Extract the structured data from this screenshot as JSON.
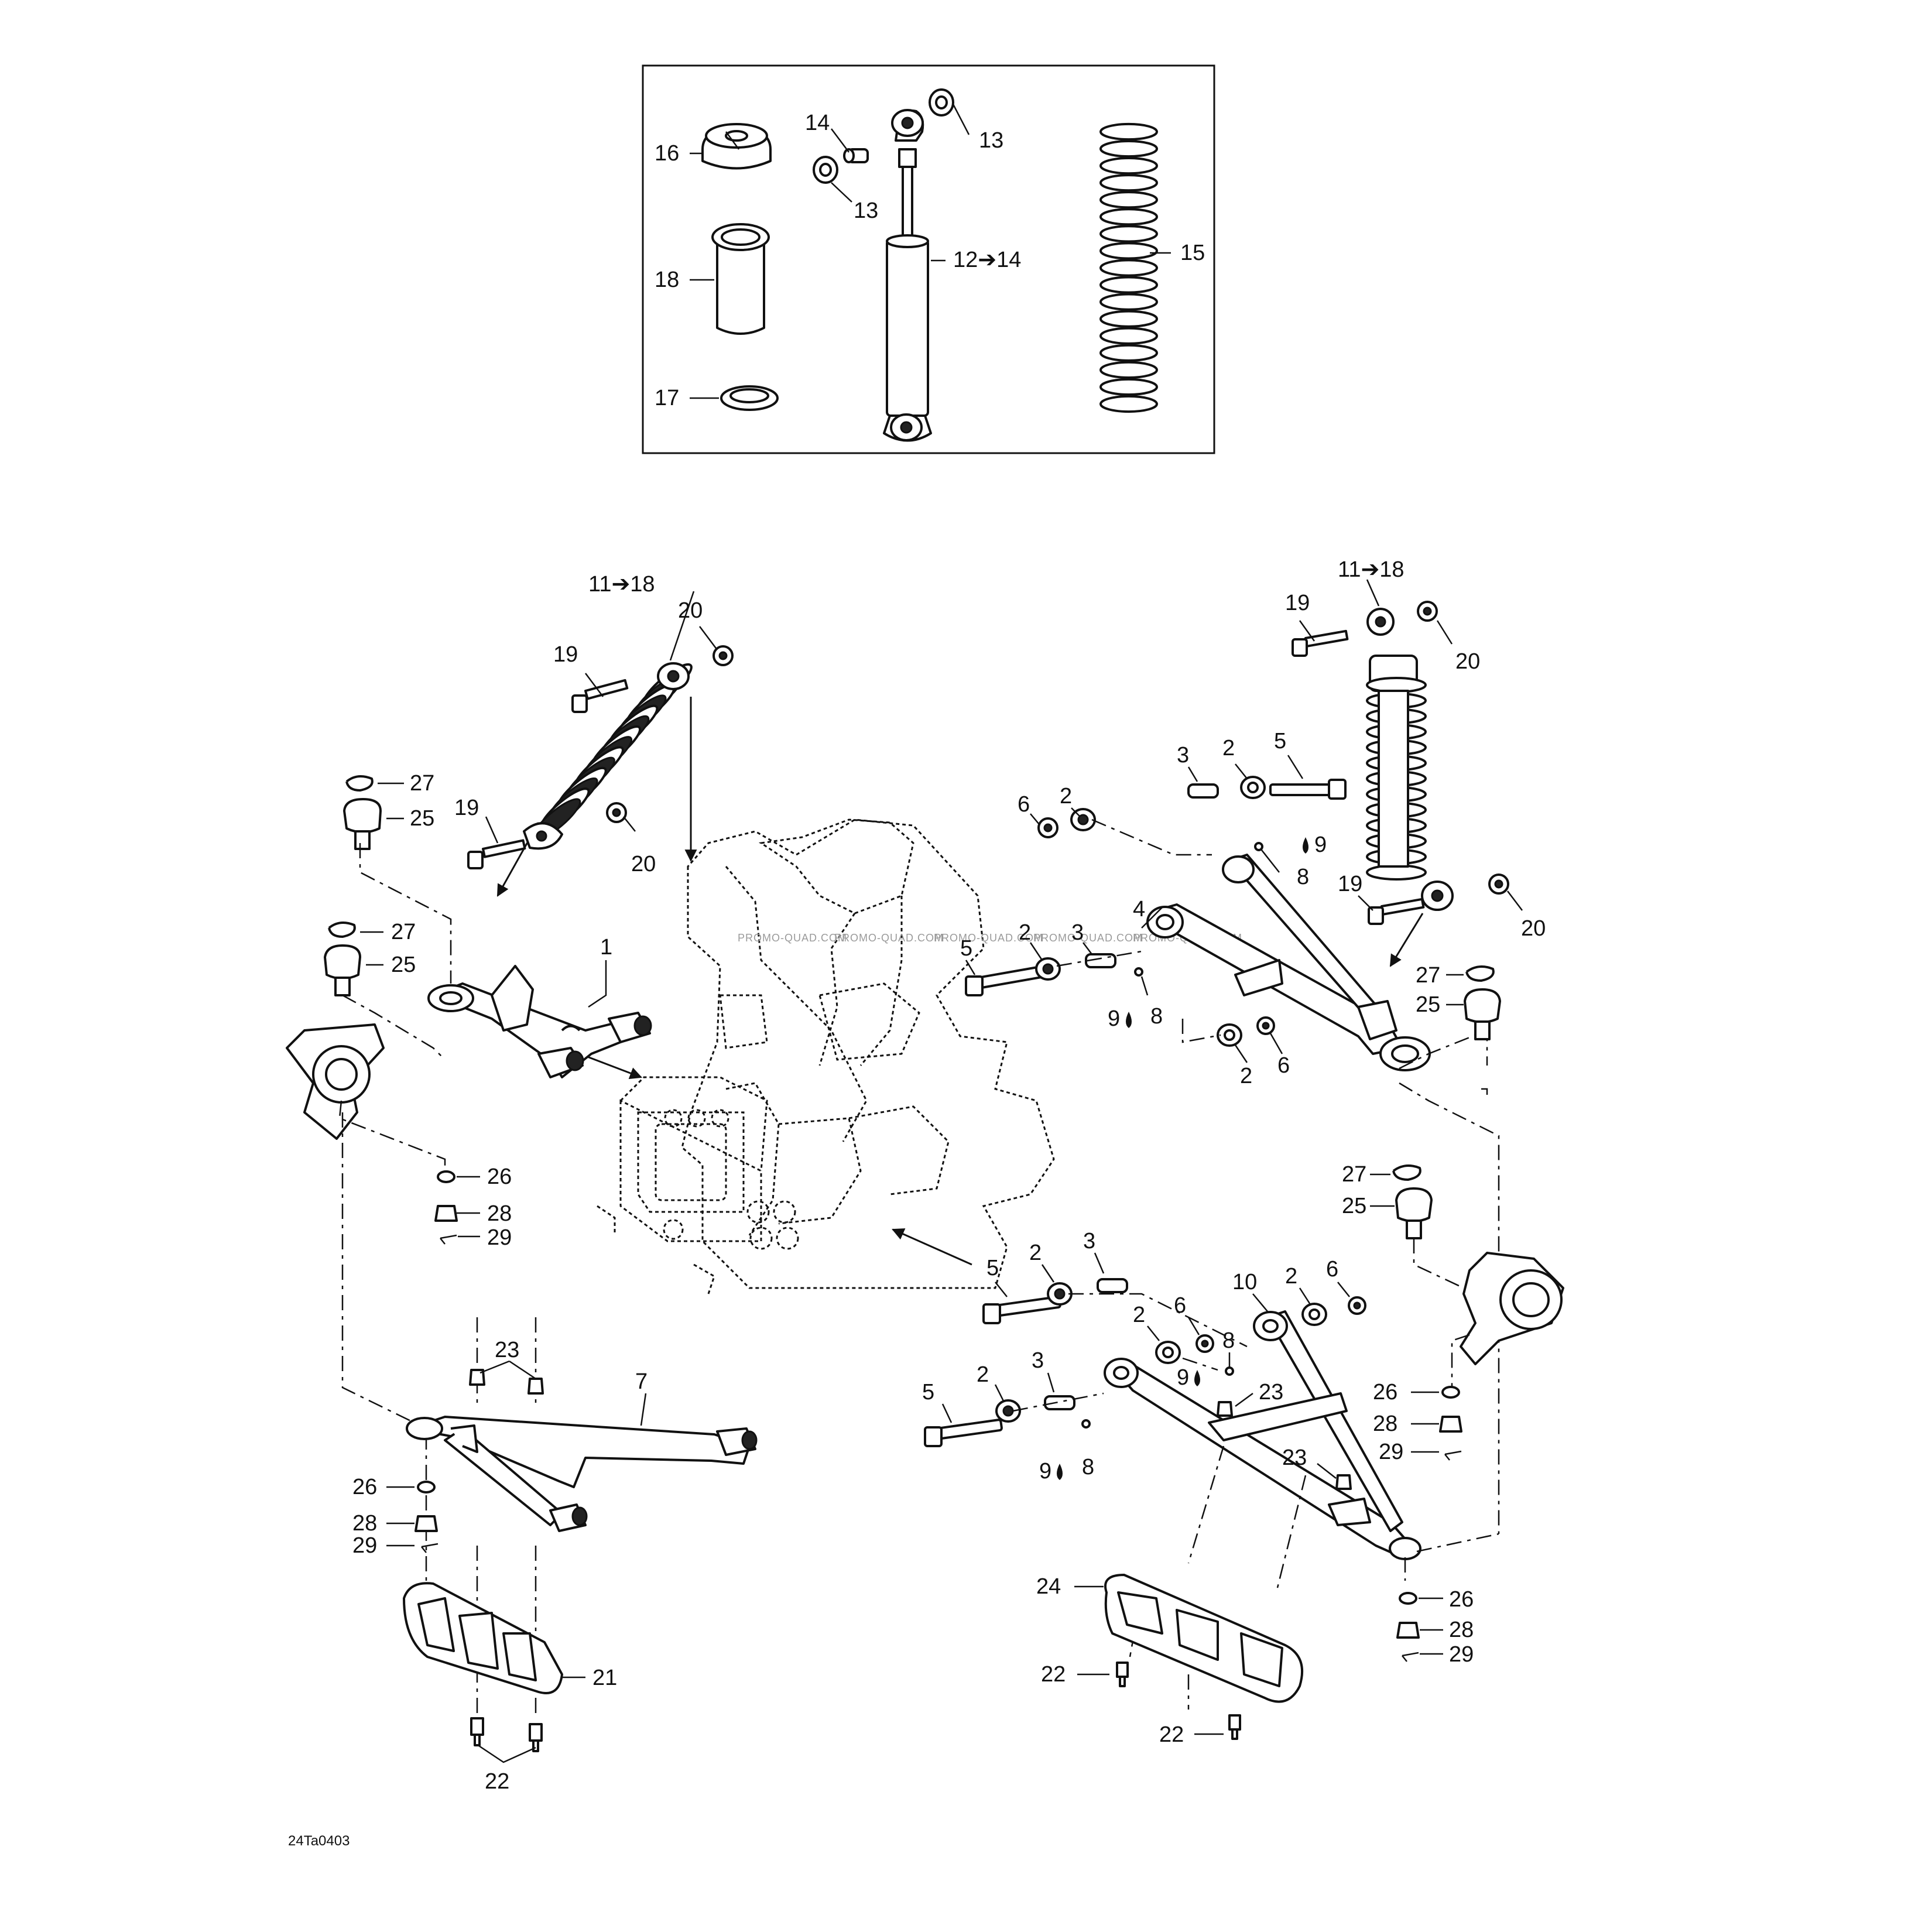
{
  "figure_code": "24Ta0403",
  "watermark": "PROMO-QUAD.COM",
  "labels": {
    "l16": "16",
    "l14a": "14",
    "l13a": "13",
    "l13b": "13",
    "l18": "18",
    "l12": "12➔14",
    "l15": "15",
    "l17": "17",
    "l11a": "11➔18",
    "l20a": "20",
    "l19a": "19",
    "l27a": "27",
    "l25a": "25",
    "l19b": "19",
    "l20b": "20",
    "l27b": "27",
    "l25b": "25",
    "l1": "1",
    "l26a": "26",
    "l28a": "28",
    "l29a": "29",
    "l11b": "11➔18",
    "l19c": "19",
    "l20c": "20",
    "l2a": "2",
    "l5a": "5",
    "l3a": "3",
    "l6a": "6",
    "l2b": "2",
    "l9a": "9",
    "l8a": "8",
    "l4": "4",
    "l5b": "5",
    "l2c": "2",
    "l3b": "3",
    "l19d": "19",
    "l20d": "20",
    "l27c": "27",
    "l25c": "25",
    "l9b": "9",
    "l8b": "8",
    "l2d": "2",
    "l6b": "6",
    "l27d": "27",
    "l25d": "25",
    "l5c": "5",
    "l2e": "2",
    "l3c": "3",
    "l10": "10",
    "l2f": "2",
    "l6c": "6",
    "l2g": "2",
    "l6d": "6",
    "l3d": "3",
    "l8c": "8",
    "l5d": "5",
    "l2h": "2",
    "l9c": "9",
    "l23a": "23",
    "l9d": "9",
    "l8d": "8",
    "l23b": "23",
    "l26b": "26",
    "l28b": "28",
    "l29b": "29",
    "l23c": "23",
    "l7": "7",
    "l26c": "26",
    "l28c": "28",
    "l29c": "29",
    "l21": "21",
    "l22a": "22",
    "l24": "24",
    "l22b": "22",
    "l22c": "22",
    "l26d": "26",
    "l28d": "28",
    "l29d": "29"
  }
}
